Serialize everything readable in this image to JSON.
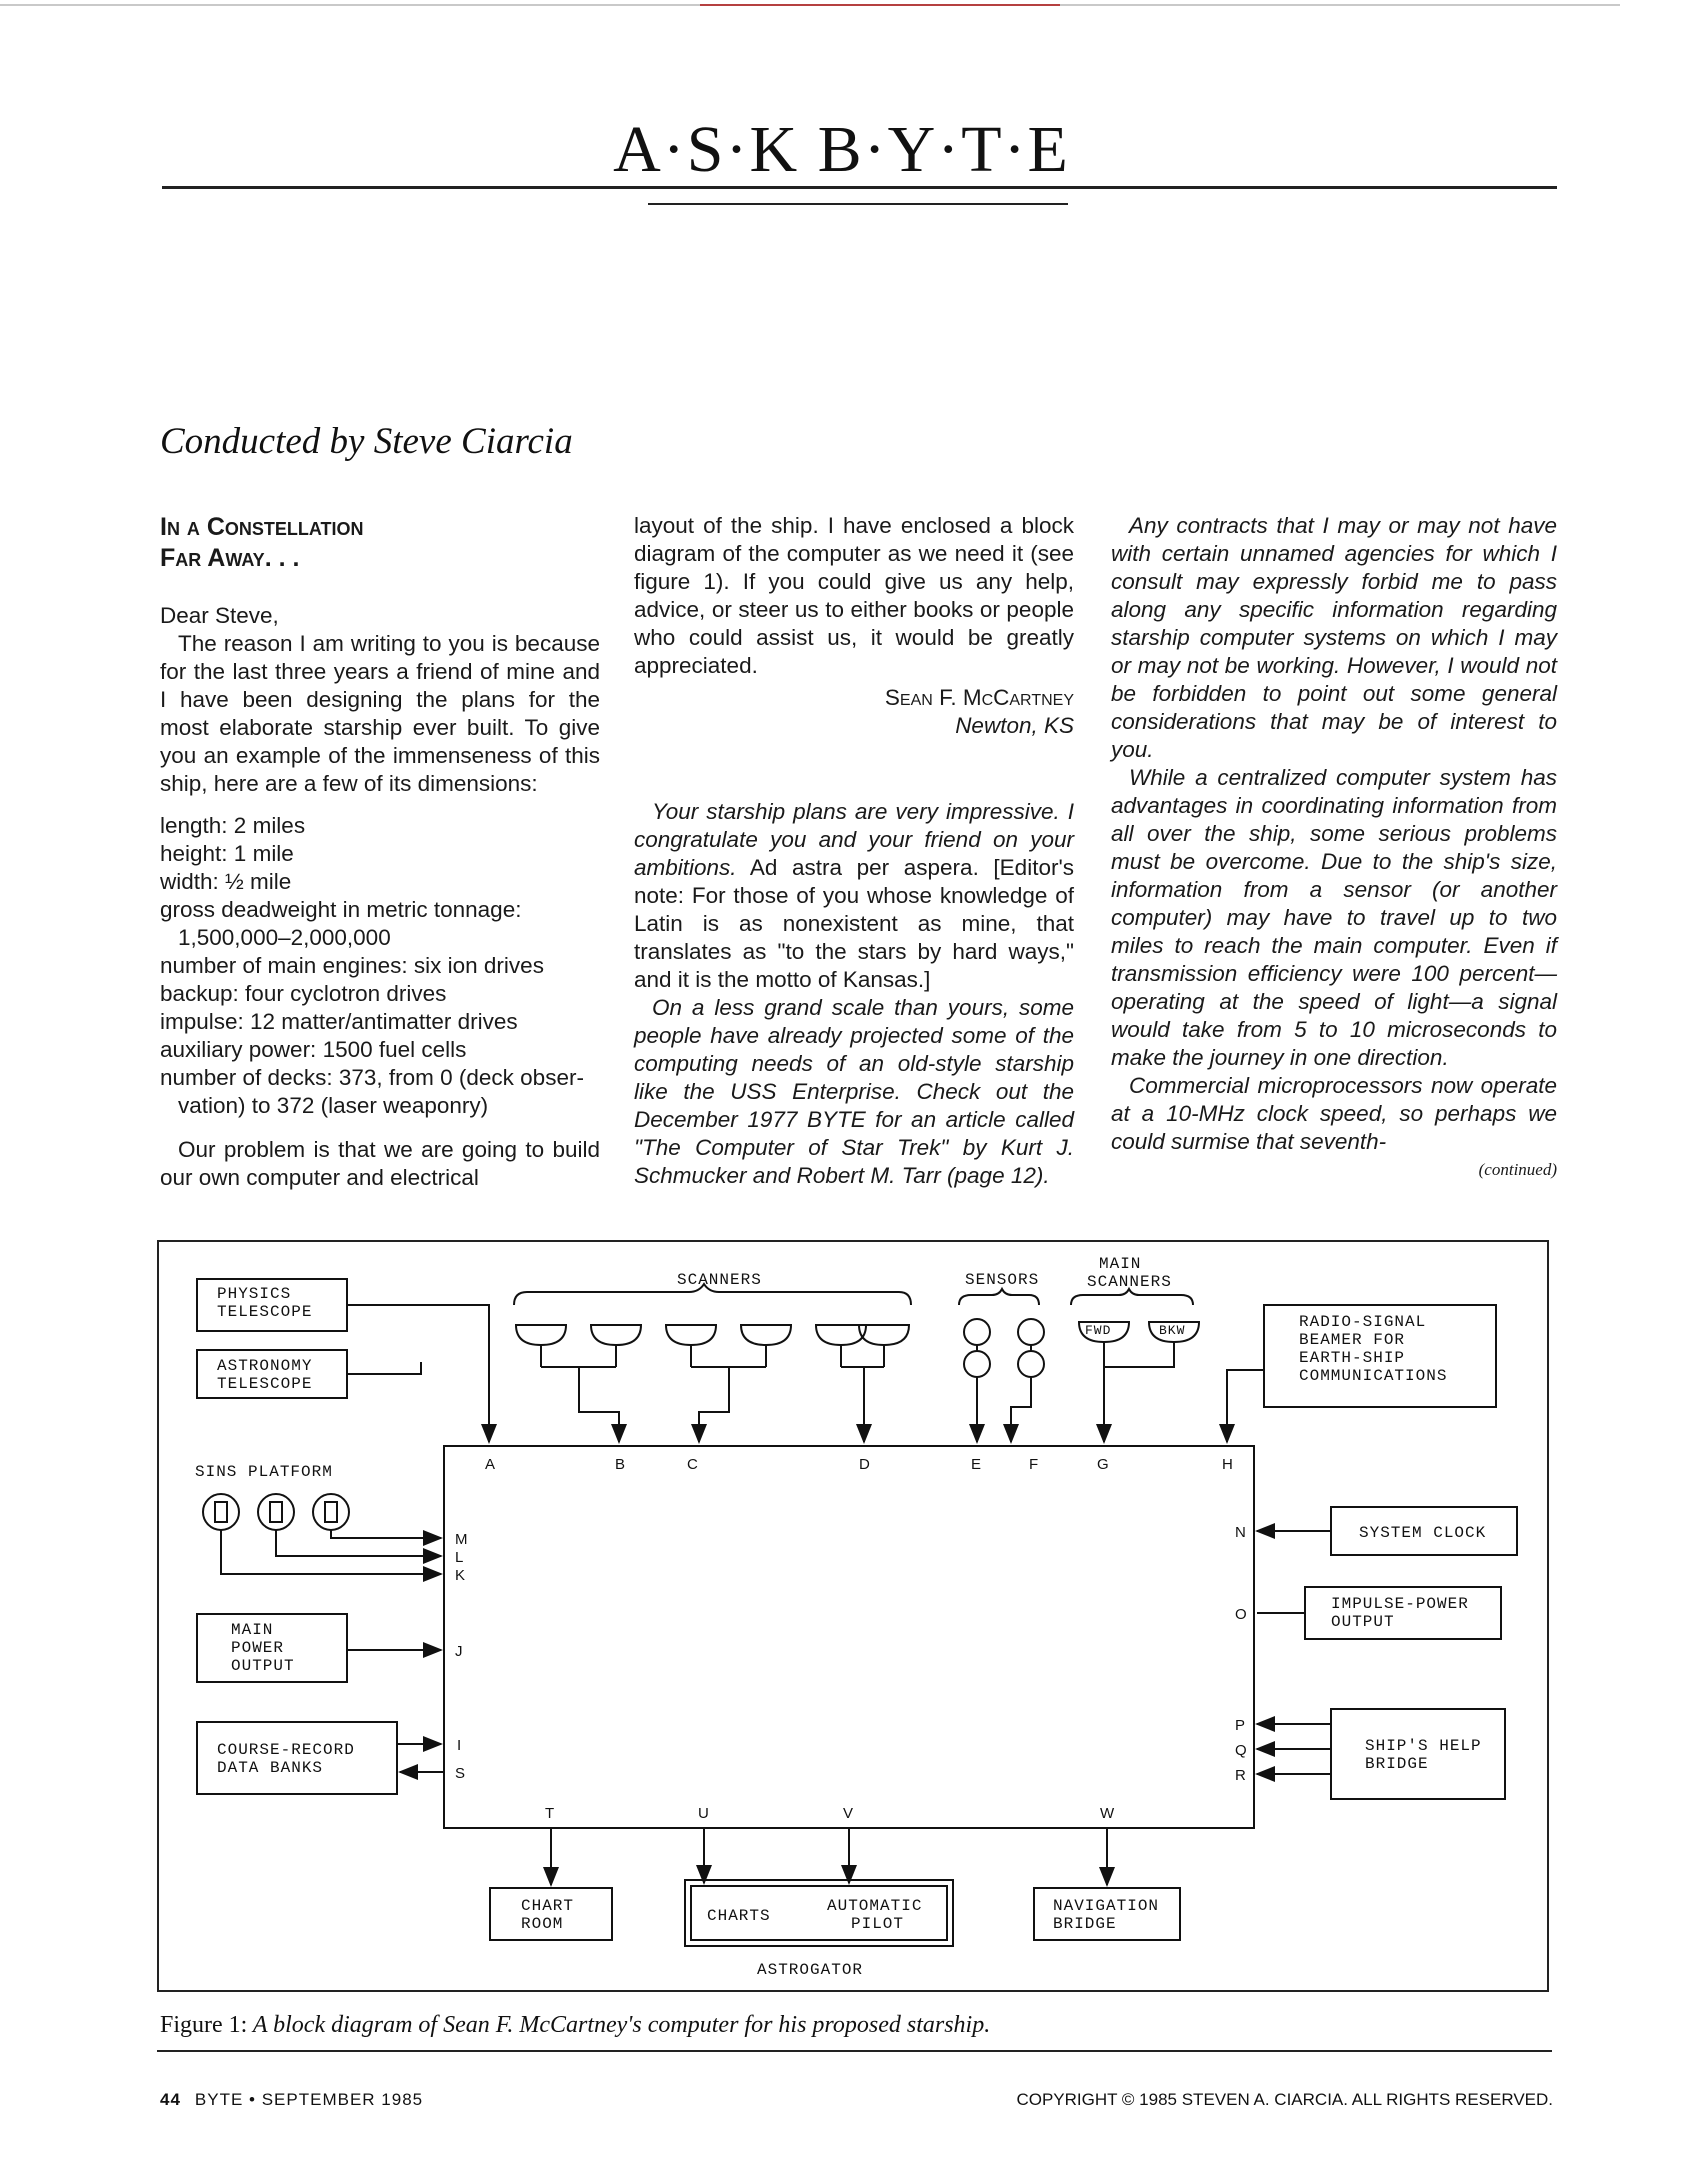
{
  "masthead": "A·S·K  B·Y·T·E",
  "byline": "Conducted by Steve Ciarcia",
  "letter": {
    "headline_line1": "In a Constellation",
    "headline_line2": "Far Away. . .",
    "salutation": "Dear Steve,",
    "para1": "The reason I am writing to you is because for the last three years a friend of mine and I have been designing the plans for the most elaborate starship ever built. To give you an example of the immenseness of this ship, here are a few of its dimensions:",
    "dims": [
      "length: 2 miles",
      "height: 1 mile",
      "width: ½ mile",
      "gross deadweight in metric tonnage:",
      "1,500,000–2,000,000",
      "number of main engines: six ion drives",
      "backup: four cyclotron drives",
      "impulse: 12 matter/antimatter drives",
      "auxiliary power: 1500 fuel cells",
      "number of decks: 373, from 0 (deck obser-",
      "vation) to 372 (laser weaponry)"
    ],
    "para2": "Our problem is that we are going to build our own computer and electrical layout of the ship. I have enclosed a block diagram of the computer as we need it (see figure 1). If you could give us any help, advice, or steer us to either books or people who could assist us, it would be greatly appreciated.",
    "signature": "Sean F. McCartney",
    "place": "Newton, KS"
  },
  "reply": {
    "para1": "Your starship plans are very impressive. I congratulate you and your friend on your ambitions.",
    "para1_roman": " Ad astra per aspera. [Editor's note: For those of you whose knowledge of Latin is as nonexistent as mine, that translates as \"to the stars by hard ways,\" and it is the motto of Kansas.]",
    "para2": "On a less grand scale than yours, some people have already projected some of the computing needs of an old-style starship like the USS Enterprise. Check out the December 1977 BYTE for an article called \"The Computer of Star Trek\" by Kurt J. Schmucker and Robert M. Tarr (page 12).",
    "para3": "Any contracts that I may or may not have with certain unnamed agencies for which I consult may expressly forbid me to pass along any specific information regarding starship computer systems on which I may or may not be working. However, I would not be forbidden to point out some general considerations that may be of interest to you.",
    "para4": "While a centralized computer system has advantages in coordinating information from all over the ship, some serious problems must be overcome. Due to the ship's size, information from a sensor (or another computer) may have to travel up to two miles to reach the main computer. Even if transmission efficiency were 100 percent—operating at the speed of light—a signal would take from 5 to 10 microseconds to make the journey in one direction.",
    "para5": "Commercial microprocessors now operate at a 10-MHz clock speed, so perhaps we could surmise that seventh-",
    "continued": "(continued)"
  },
  "diagram": {
    "physics_telescope": [
      "PHYSICS",
      "TELESCOPE"
    ],
    "astronomy_telescope": [
      "ASTRONOMY",
      "TELESCOPE"
    ],
    "sins_platform": "SINS PLATFORM",
    "main_power_output": [
      "MAIN",
      "POWER",
      "OUTPUT"
    ],
    "course_record": [
      "COURSE-RECORD",
      "DATA  BANKS"
    ],
    "scanners": "SCANNERS",
    "sensors": "SENSORS",
    "main_scanners": [
      "MAIN",
      "SCANNERS"
    ],
    "fwd": "FWD",
    "bkw": "BKW",
    "radio_signal": [
      "RADIO-SIGNAL",
      "BEAMER FOR",
      "EARTH-SHIP",
      "COMMUNICATIONS"
    ],
    "system_clock": "SYSTEM CLOCK",
    "impulse_power": [
      "IMPULSE-POWER",
      "OUTPUT"
    ],
    "ships_help": [
      "SHIP'S HELP",
      "BRIDGE"
    ],
    "chart_room": [
      "CHART",
      "ROOM"
    ],
    "charts": "CHARTS",
    "automatic_pilot": [
      "AUTOMATIC",
      "PILOT"
    ],
    "astrogator": "ASTROGATOR",
    "navigation_bridge": [
      "NAVIGATION",
      "BRIDGE"
    ],
    "ports": {
      "A": "A",
      "B": "B",
      "C": "C",
      "D": "D",
      "E": "E",
      "F": "F",
      "G": "G",
      "H": "H",
      "M": "M",
      "L": "L",
      "K": "K",
      "J": "J",
      "I": "I",
      "S": "S",
      "N": "N",
      "O": "O",
      "P": "P",
      "Q": "Q",
      "R": "R",
      "T": "T",
      "U": "U",
      "V": "V",
      "W": "W"
    }
  },
  "caption": {
    "label": "Figure 1:",
    "text": " A block diagram of Sean F. McCartney's computer for his proposed starship."
  },
  "footer": {
    "page": "44",
    "mag": "BYTE • SEPTEMBER 1985",
    "copyright": "COPYRIGHT © 1985 STEVEN A. CIARCIA. ALL RIGHTS RESERVED."
  }
}
